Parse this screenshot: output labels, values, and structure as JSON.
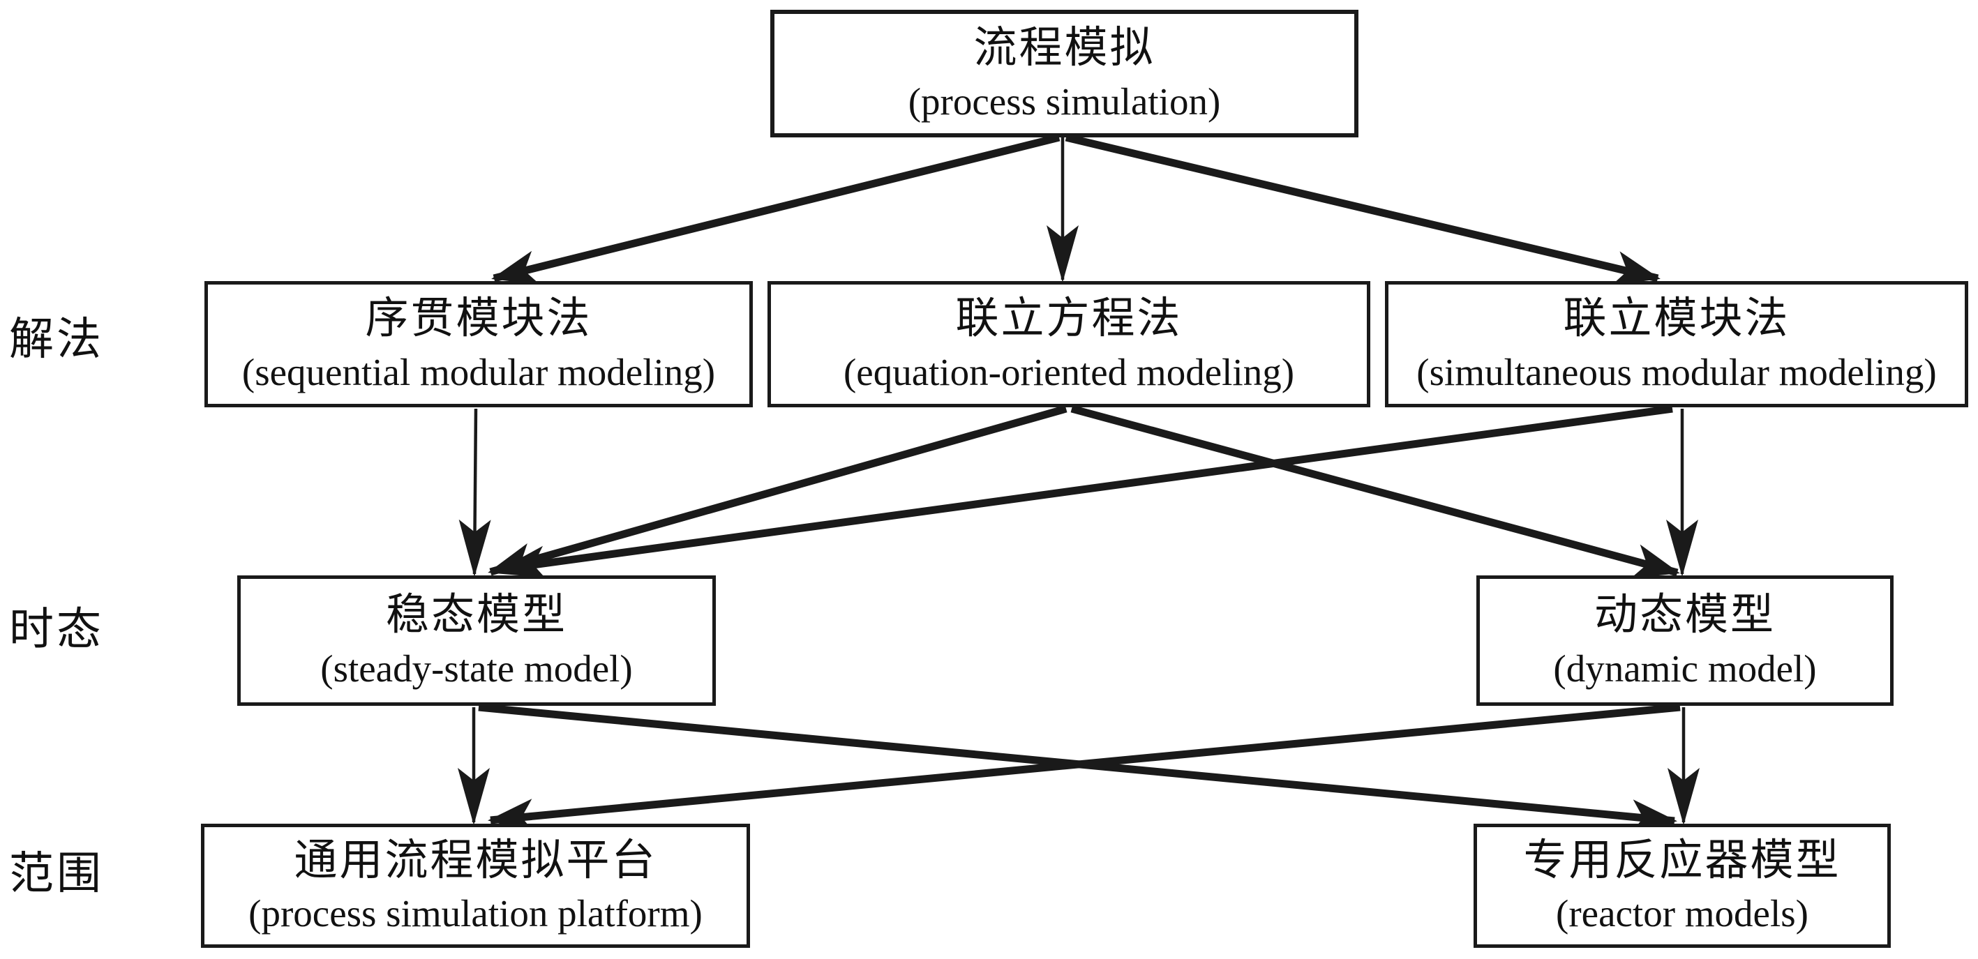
{
  "figure": {
    "background_color": "#ffffff",
    "line_color": "#1a1a1a",
    "text_color": "#111111"
  },
  "row_labels": [
    {
      "id": "solution",
      "label": "解法"
    },
    {
      "id": "temporal",
      "label": "时态"
    },
    {
      "id": "scope",
      "label": "范围"
    }
  ],
  "nodes": {
    "process": {
      "zh": "流程模拟",
      "en": "(process simulation)"
    },
    "sequential": {
      "zh": "序贯模块法",
      "en": "(sequential modular modeling)"
    },
    "equation": {
      "zh": "联立方程法",
      "en": "(equation-oriented modeling)"
    },
    "simultaneous": {
      "zh": "联立模块法",
      "en": "(simultaneous modular modeling)"
    },
    "steady": {
      "zh": "稳态模型",
      "en": "(steady-state model)"
    },
    "dynamic": {
      "zh": "动态模型",
      "en": "(dynamic model)"
    },
    "platform": {
      "zh": "通用流程模拟平台",
      "en": "(process simulation platform)"
    },
    "reactor": {
      "zh": "专用反应器模型",
      "en": "(reactor models)"
    }
  },
  "edges": [
    {
      "from": "process",
      "to": "sequential"
    },
    {
      "from": "process",
      "to": "equation"
    },
    {
      "from": "process",
      "to": "simultaneous"
    },
    {
      "from": "sequential",
      "to": "steady"
    },
    {
      "from": "equation",
      "to": "steady"
    },
    {
      "from": "equation",
      "to": "dynamic"
    },
    {
      "from": "simultaneous",
      "to": "steady"
    },
    {
      "from": "simultaneous",
      "to": "dynamic"
    },
    {
      "from": "steady",
      "to": "platform"
    },
    {
      "from": "steady",
      "to": "reactor"
    },
    {
      "from": "dynamic",
      "to": "platform"
    },
    {
      "from": "dynamic",
      "to": "reactor"
    }
  ]
}
